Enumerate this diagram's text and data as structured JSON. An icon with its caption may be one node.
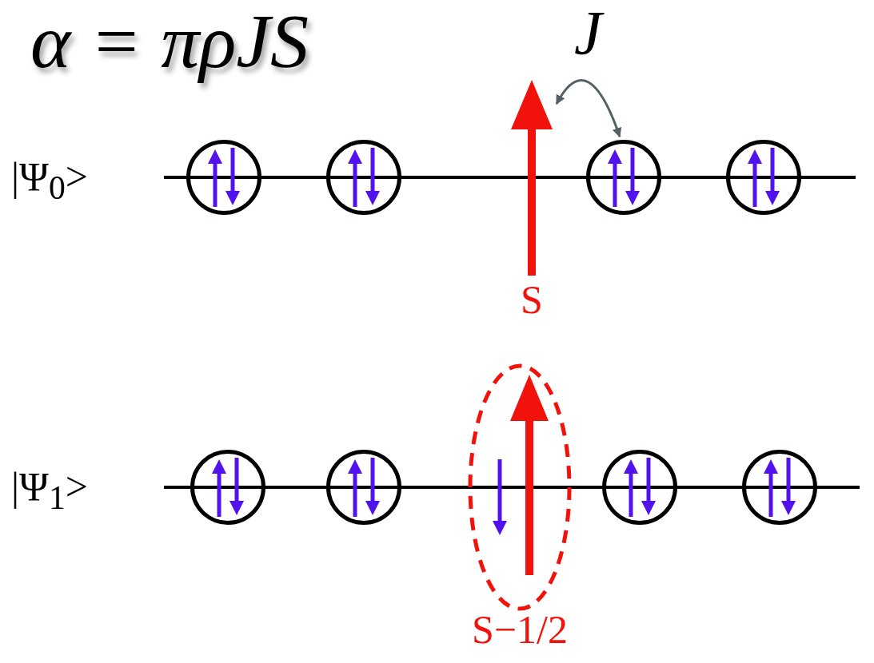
{
  "diagram": {
    "nodes": [
      {
        "text": [],
        "shape": "circle"
      },
      {
        "text": [],
        "shape": "circle"
      },
      {
        "text": [],
        "shape": "arrow",
        "beside": [
          "S"
        ]
      },
      {
        "text": [],
        "shape": "circle"
      },
      {
        "text": [],
        "shape": "circle"
      },
      {
        "text": [],
        "shape": "circle"
      },
      {
        "text": [],
        "shape": "circle"
      },
      {
        "text": [],
        "shape": "ellipse",
        "beside": [
          "S−1/2"
        ]
      },
      {
        "text": [],
        "shape": "circle"
      },
      {
        "text": [],
        "shape": "circle"
      }
    ],
    "edges": [
      {
        "from": 2,
        "to": 3,
        "arrow": "both"
      }
    ],
    "labels": [
      "α = πρJS",
      "J",
      "|Ψ$_{0}$>",
      "|Ψ$_{1}$>"
    ]
  }
}
